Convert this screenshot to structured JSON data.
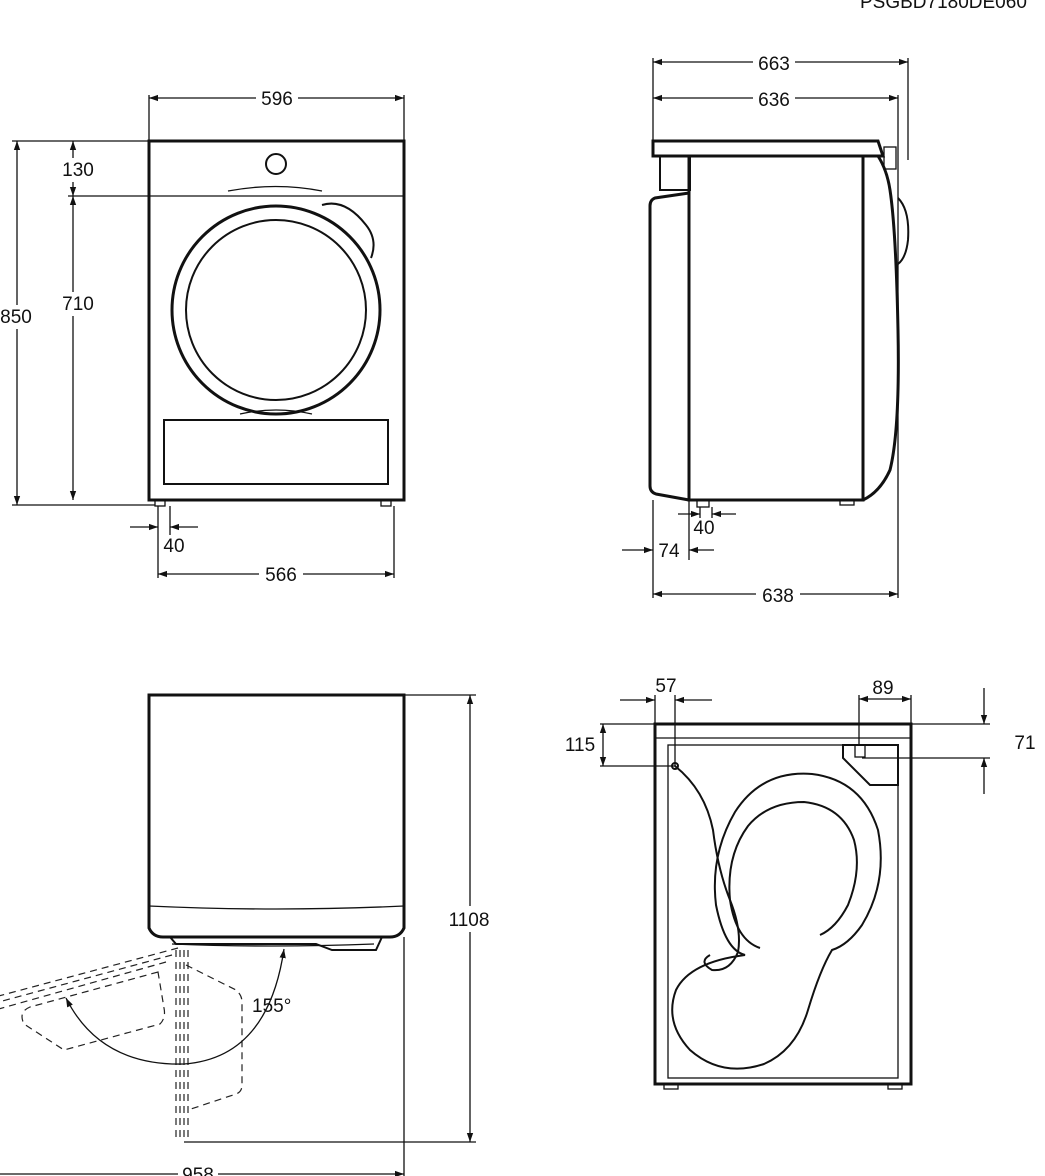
{
  "header": {
    "code": "PSGBD7180DE060"
  },
  "front_view": {
    "dims": {
      "width": "596",
      "feet_width": "566",
      "height": "850",
      "top_panel": "130",
      "door_area": "710",
      "foot_inset": "40"
    }
  },
  "side_view": {
    "dims": {
      "depth_total": "663",
      "depth_body": "636",
      "depth_base": "638",
      "foot_depth": "40",
      "front_offset": "74"
    }
  },
  "door_view": {
    "dims": {
      "open_depth": "1108",
      "open_width": "958",
      "angle": "155°"
    }
  },
  "rear_view": {
    "dims": {
      "hose_offset_x": "57",
      "hose_offset_y": "115",
      "outlet_width": "89",
      "outlet_offset_y": "71"
    }
  }
}
